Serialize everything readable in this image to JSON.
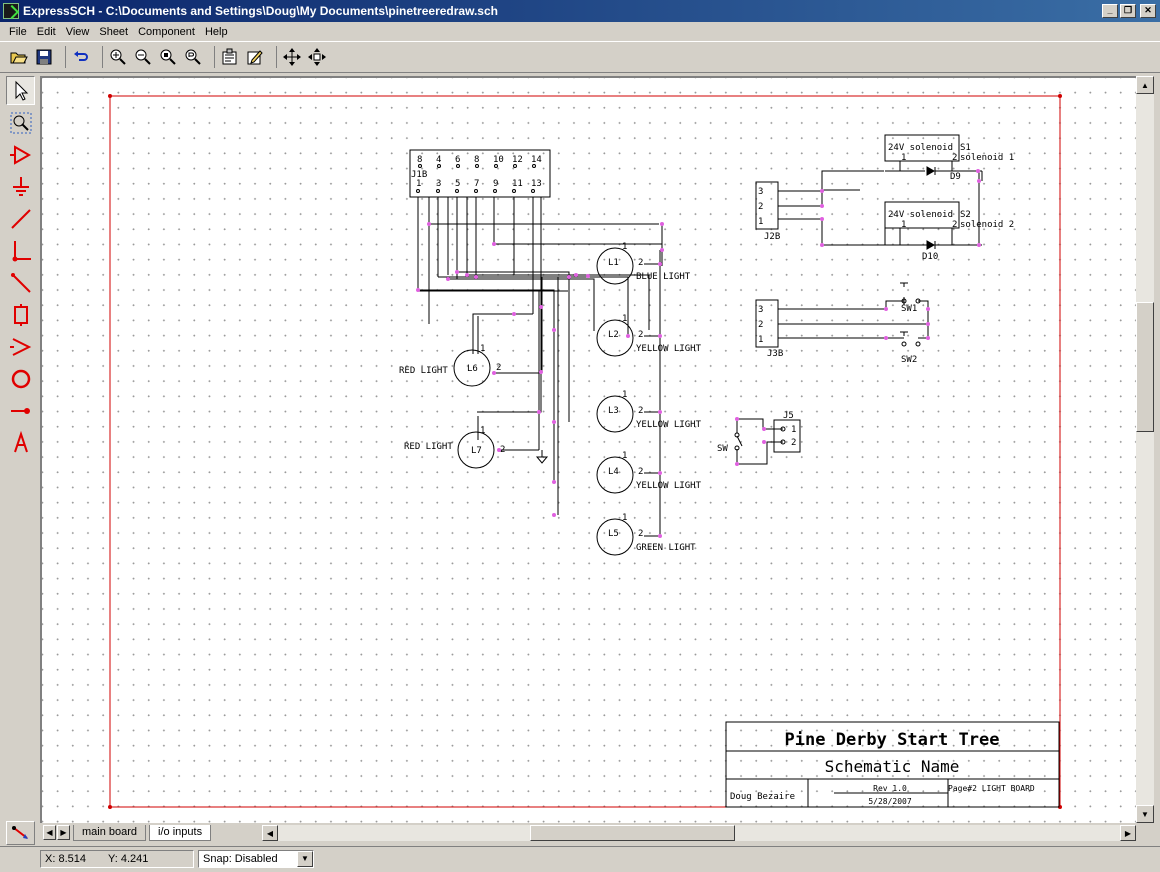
{
  "window": {
    "title": "ExpressSCH - C:\\Documents and Settings\\Doug\\My Documents\\pinetreeredraw.sch",
    "minimize_glyph": "_",
    "restore_glyph": "❐",
    "close_glyph": "✕"
  },
  "menu": [
    "File",
    "Edit",
    "View",
    "Sheet",
    "Component",
    "Help"
  ],
  "toolbar_icons": [
    "open-icon",
    "save-icon",
    "undo-icon",
    "zoom-in-icon",
    "zoom-out-icon",
    "zoom-fit-icon",
    "zoom-page-icon",
    "properties-icon",
    "edit-icon",
    "move-icon",
    "pan-icon"
  ],
  "left_tools": [
    "pointer-tool",
    "zoom-select-tool",
    "buffer-tool",
    "ground-tool",
    "wire-tool",
    "junction-tool",
    "bus-tool",
    "component-tool",
    "triangle-tool",
    "circle-tool",
    "pin-tool",
    "text-tool"
  ],
  "accent_red": "#e00000",
  "schematic": {
    "connector_j1": {
      "ref": "J1B",
      "pins_top": [
        "8",
        "4",
        "6",
        "8",
        "10",
        "12",
        "14"
      ],
      "pins_bottom": [
        "1",
        "3",
        "5",
        "7",
        "9",
        "11",
        "13"
      ]
    },
    "lamps": [
      {
        "ref": "L1",
        "label": "BLUE LIGHT",
        "pin1": "1",
        "pin2": "2"
      },
      {
        "ref": "L2",
        "label": "YELLOW LIGHT",
        "pin1": "1",
        "pin2": "2"
      },
      {
        "ref": "L3",
        "label": "YELLOW LIGHT",
        "pin1": "1",
        "pin2": "2"
      },
      {
        "ref": "L4",
        "label": "YELLOW LIGHT",
        "pin1": "1",
        "pin2": "2"
      },
      {
        "ref": "L5",
        "label": "GREEN LIGHT",
        "pin1": "1",
        "pin2": "2"
      },
      {
        "ref": "L6",
        "label": "RED LIGHT",
        "pin1": "1",
        "pin2": "2"
      },
      {
        "ref": "L7",
        "label": "RED LIGHT",
        "pin1": "1",
        "pin2": "2"
      }
    ],
    "connector_j2": {
      "ref": "J2B",
      "pins": [
        "3",
        "2",
        "1"
      ]
    },
    "connector_j3": {
      "ref": "J3B",
      "pins": [
        "3",
        "2",
        "1"
      ]
    },
    "connector_j5": {
      "ref": "J5",
      "pins": [
        "1",
        "2"
      ]
    },
    "solenoids": [
      {
        "ref": "S1",
        "label": "24V solenoid",
        "name": "solenoid 1",
        "pin1": "1",
        "pin2": "2"
      },
      {
        "ref": "S2",
        "label": "24V solenoid",
        "name": "solenoid 2",
        "pin1": "1",
        "pin2": "2"
      }
    ],
    "diodes": [
      "D9",
      "D10"
    ],
    "switches": [
      "SW1",
      "SW2",
      "SW"
    ]
  },
  "title_block": {
    "project": "Pine Derby Start Tree",
    "schematic_name": "Schematic Name",
    "author": "Doug Bezaire",
    "rev": "Rev 1.0",
    "date": "5/28/2007",
    "page": "Page#2 LIGHT BOARD"
  },
  "tabs": [
    "main board",
    "i/o inputs"
  ],
  "active_tab": "i/o inputs",
  "status": {
    "x": "X: 8.514",
    "y": "Y: 4.241",
    "snap": "Snap:  Disabled"
  }
}
